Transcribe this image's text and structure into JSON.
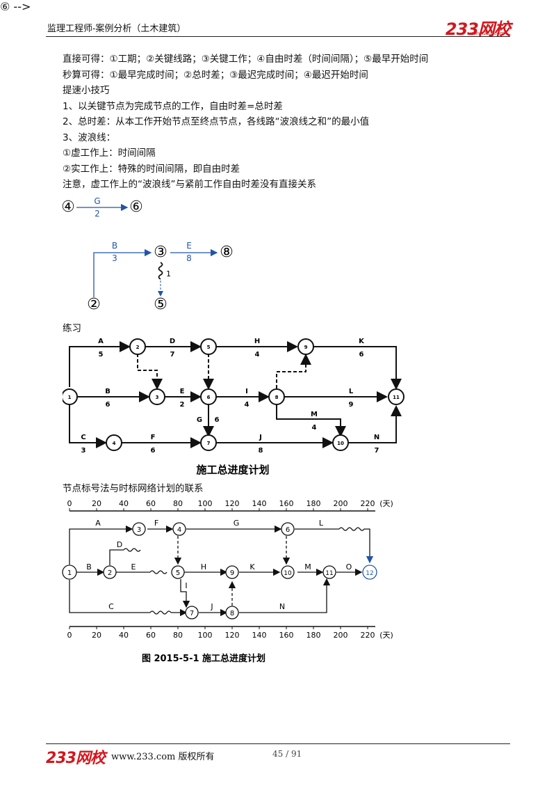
{
  "header": {
    "title": "监理工程师-案例分析（土木建筑）",
    "logo": "233网校",
    "logo_url": "www.233.com"
  },
  "body_lines": [
    "直接可得：①工期；②关键线路；③关键工作；④自由时差（时间间隔）；⑤最早开始时间",
    "秒算可得：①最早完成时间；②总时差；③最迟完成时间；④最迟开始时间",
    "提速小技巧",
    "1、以关键节点为完成节点的工作，自由时差=总时差",
    "2、总时差：从本工作开始节点至终点节点，各线路“波浪线之和”的最小值",
    "3、波浪线：",
    "①虚工作上：时间间隔",
    "②实工作上：特殊的时间间隔，即自由时差",
    "注意，虚工作上的“波浪线”与紧前工作自由时差没有直接关系"
  ],
  "diagram1": {
    "from": "④",
    "to": "⑥",
    "work": "G",
    "duration": "2"
  },
  "diagram2": {
    "nodes": [
      "③",
      "⑧",
      "②",
      "⑤"
    ],
    "work_b": "B",
    "dur_b": "3",
    "work_e": "E",
    "dur_e": "8",
    "wave": "1"
  },
  "practice": {
    "label": "练习",
    "title": "施工总进度计划",
    "nodes": [
      "1",
      "2",
      "3",
      "4",
      "5",
      "6",
      "7",
      "8",
      "9",
      "10",
      "11"
    ],
    "works": [
      {
        "name": "A",
        "dur": "5"
      },
      {
        "name": "D",
        "dur": "7"
      },
      {
        "name": "H",
        "dur": "4"
      },
      {
        "name": "K",
        "dur": "6"
      },
      {
        "name": "B",
        "dur": "6"
      },
      {
        "name": "E",
        "dur": "2"
      },
      {
        "name": "I",
        "dur": "4"
      },
      {
        "name": "L",
        "dur": "9"
      },
      {
        "name": "M",
        "dur": "4"
      },
      {
        "name": "G",
        "dur": "6"
      },
      {
        "name": "C",
        "dur": "3"
      },
      {
        "name": "F",
        "dur": "6"
      },
      {
        "name": "J",
        "dur": "8"
      },
      {
        "name": "N",
        "dur": "7"
      }
    ]
  },
  "timescale": {
    "label": "节点标号法与时标网络计划的联系",
    "ticks": [
      "0",
      "20",
      "40",
      "60",
      "80",
      "100",
      "120",
      "140",
      "160",
      "180",
      "200",
      "220"
    ],
    "unit": "(天)",
    "nodes": [
      "1",
      "2",
      "3",
      "4",
      "5",
      "6",
      "7",
      "8",
      "9",
      "10",
      "11",
      "12"
    ],
    "works": [
      "A",
      "B",
      "C",
      "D",
      "E",
      "F",
      "G",
      "H",
      "I",
      "J",
      "K",
      "L",
      "M",
      "N",
      "O"
    ],
    "caption": "图 2015-5-1    施工总进度计划"
  },
  "footer": {
    "url_text": "www.233.com 版权所有",
    "page": "45 / 91",
    "logo": "233网校"
  }
}
